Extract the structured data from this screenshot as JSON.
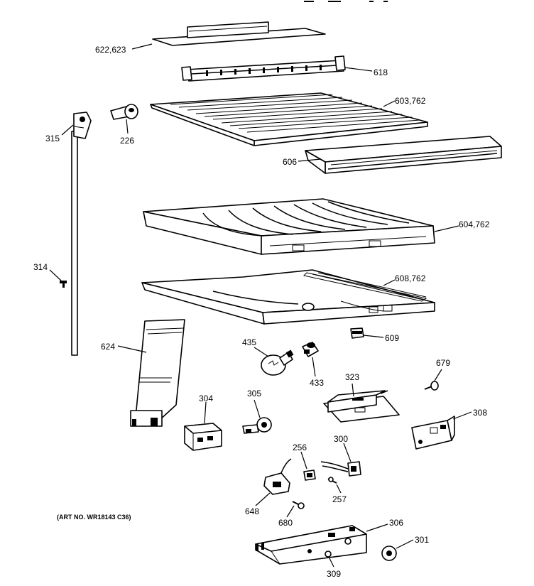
{
  "art_number": "(ART NO. WR18143 C36)",
  "labels": {
    "p622": "622,623",
    "p618": "618",
    "p603": "603,762",
    "p315": "315",
    "p226": "226",
    "p606": "606",
    "p604": "604,762",
    "p314": "314",
    "p608": "608,762",
    "p609": "609",
    "p624": "624",
    "p435": "435",
    "p433": "433",
    "p323": "323",
    "p679": "679",
    "p304": "304",
    "p305": "305",
    "p308": "308",
    "p256": "256",
    "p300": "300",
    "p257": "257",
    "p648": "648",
    "p680": "680",
    "p306": "306",
    "p301": "301",
    "p309": "309"
  }
}
